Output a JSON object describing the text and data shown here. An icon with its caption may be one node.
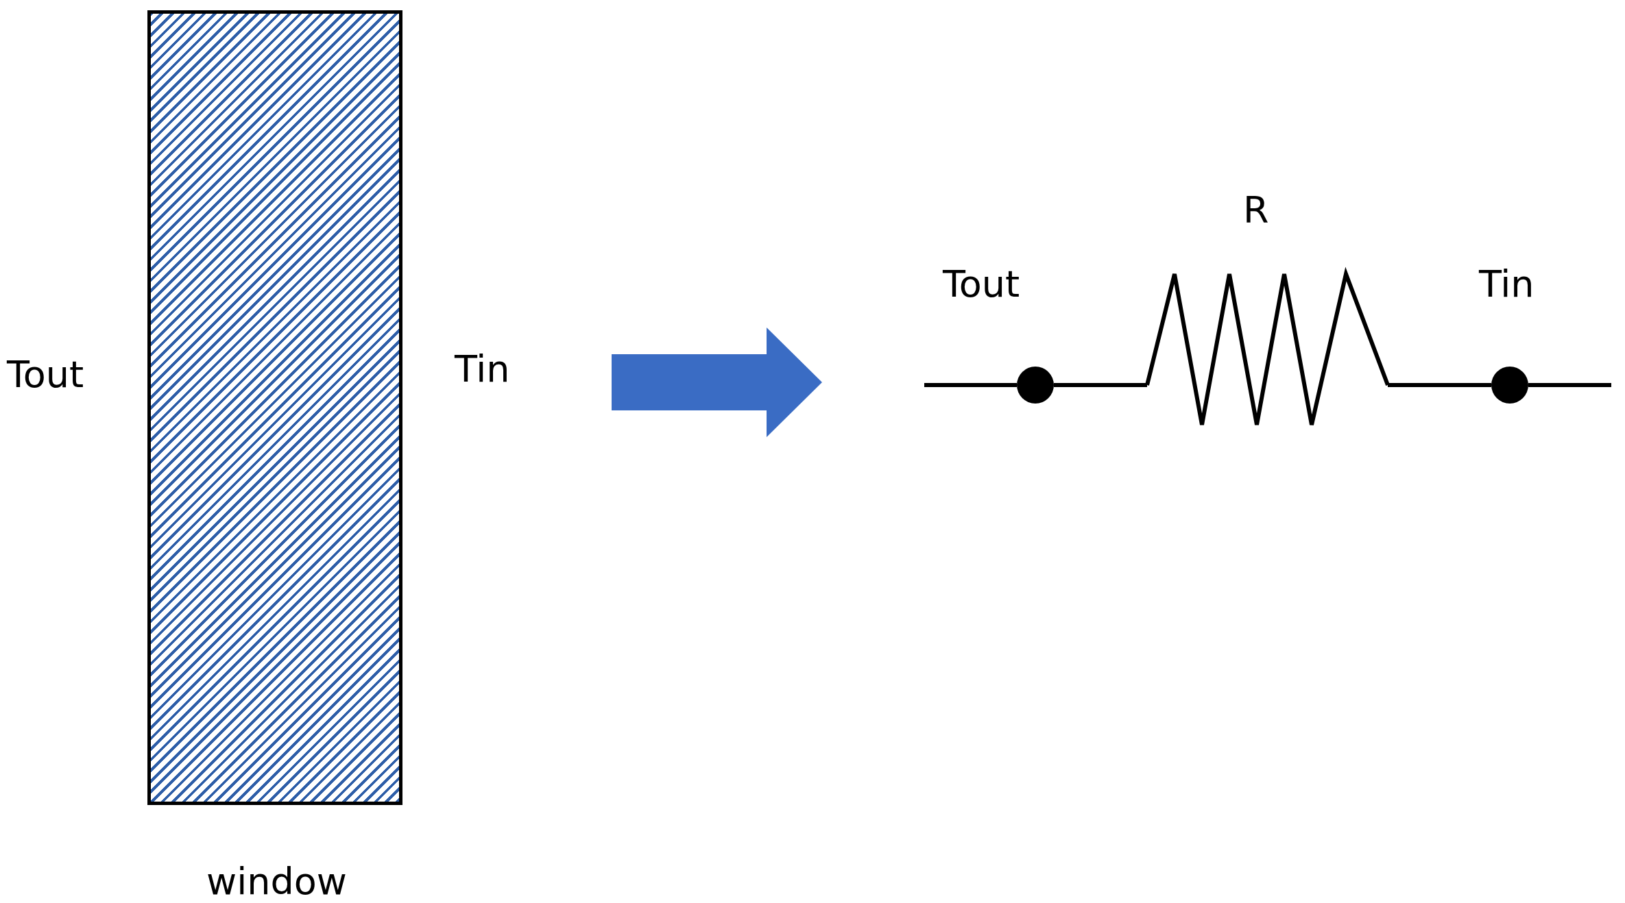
{
  "diagram": {
    "nodes": [
      {
        "text": [
          "window"
        ]
      },
      {
        "text": [],
        "shape": "circle",
        "beside": [
          "Tout"
        ]
      },
      {
        "text": [
          "R"
        ]
      },
      {
        "text": [],
        "shape": "circle",
        "beside": [
          "Tin"
        ]
      }
    ],
    "edges": [
      {
        "from": null,
        "to": 1,
        "arrow": "none"
      },
      {
        "from": 1,
        "to": 2,
        "arrow": "none"
      },
      {
        "from": 2,
        "to": 3,
        "arrow": "none"
      },
      {
        "from": 3,
        "to": null,
        "arrow": "none"
      }
    ],
    "labels": [
      "Tout",
      "Tin"
    ]
  }
}
